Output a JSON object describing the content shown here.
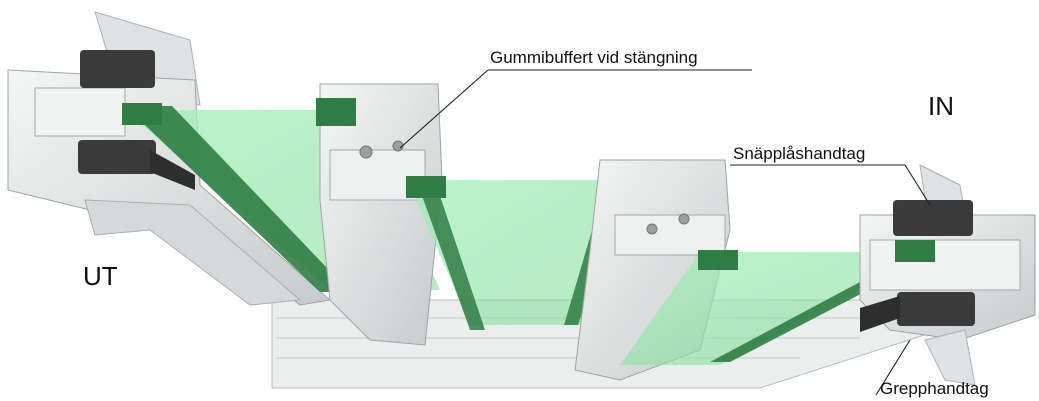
{
  "labels": {
    "gummibuffert": "Gummibuffert vid stängning",
    "in": "IN",
    "ut": "UT",
    "snapplashandtag": "Snäpplåshandtag",
    "grepphandtag": "Grepphandtag"
  },
  "colors": {
    "glass": "#8fe3a6",
    "glass_edge": "#2f7d45",
    "profile": "#e6e8e8",
    "profile_dark": "#b9bdbd",
    "handle": "#3a3a3a",
    "text": "#111111"
  }
}
